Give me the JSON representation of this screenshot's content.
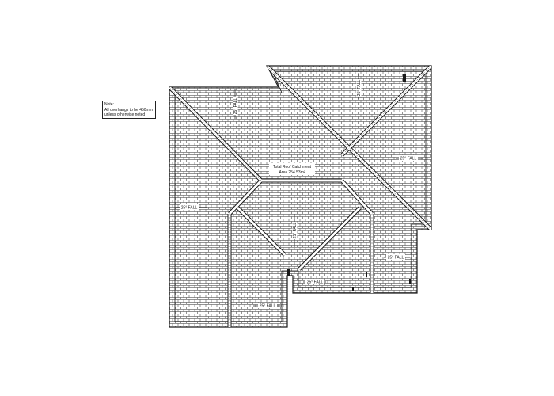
{
  "note": {
    "title": "Note:",
    "line1": "All overhangs to be 450mm",
    "line2": "unless otherwise noted"
  },
  "catchment": {
    "line1": "Total Roof Catchment",
    "line2": "Area 254.53m²"
  },
  "falls": [
    "25° FALL",
    "25° FALL",
    "25° FALL",
    "25° FALL",
    "25° FALL",
    "25° FALL",
    "25° FALL",
    "25° FALL"
  ],
  "colors": {
    "line": "#1a1a1a",
    "paper": "#ffffff"
  }
}
